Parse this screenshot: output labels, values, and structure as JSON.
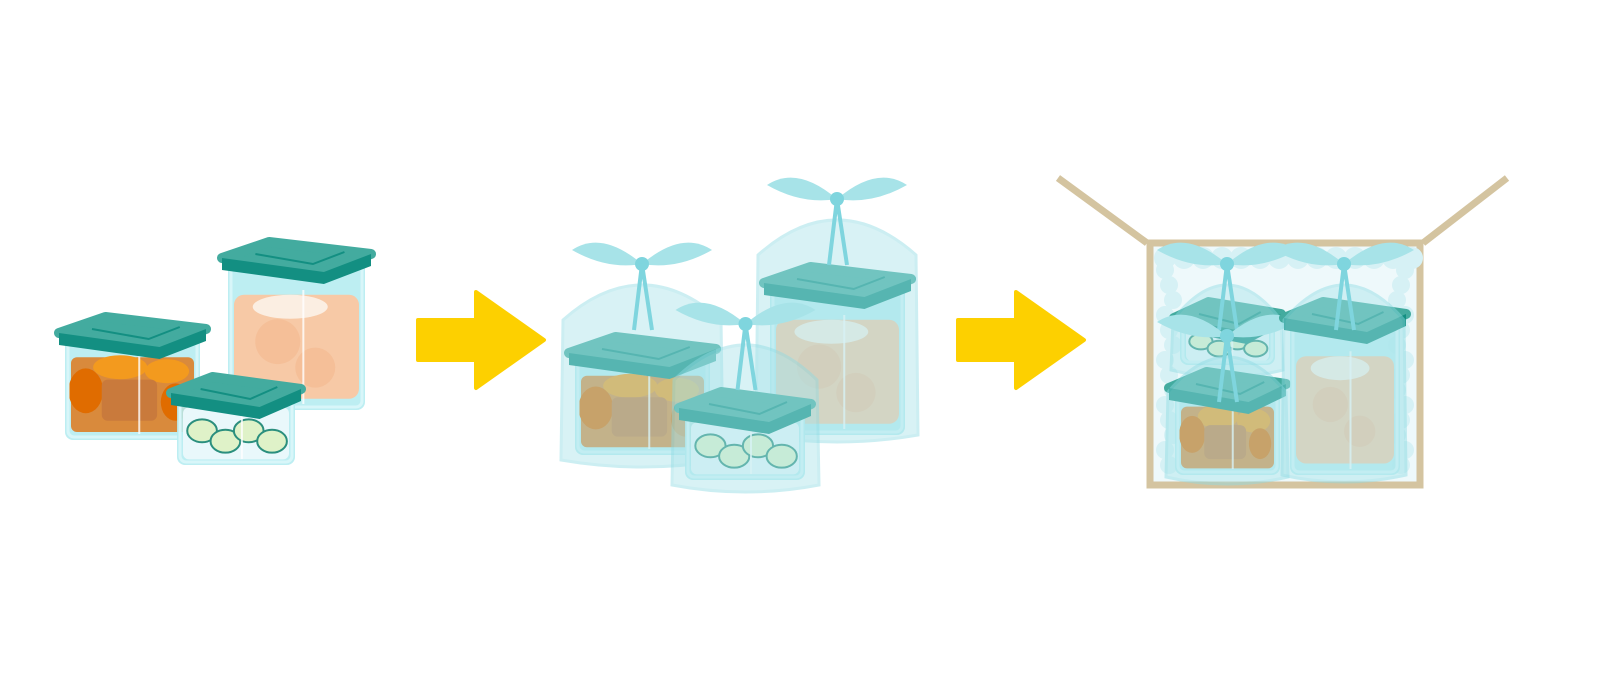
{
  "steps": [
    {
      "name": "jars"
    },
    {
      "name": "wrapped-jars"
    },
    {
      "name": "boxed-jars"
    }
  ],
  "colors": {
    "lid": "#43ab9f",
    "lid_dark": "#138f82",
    "glass": "#b6ecf1",
    "wrap": "#a9e4ea",
    "arrow": "#fdd000",
    "box": "#d4c4a0",
    "orange": "#e88a2c",
    "peach": "#f7c9a6",
    "cucumber": "#dff2c8"
  }
}
